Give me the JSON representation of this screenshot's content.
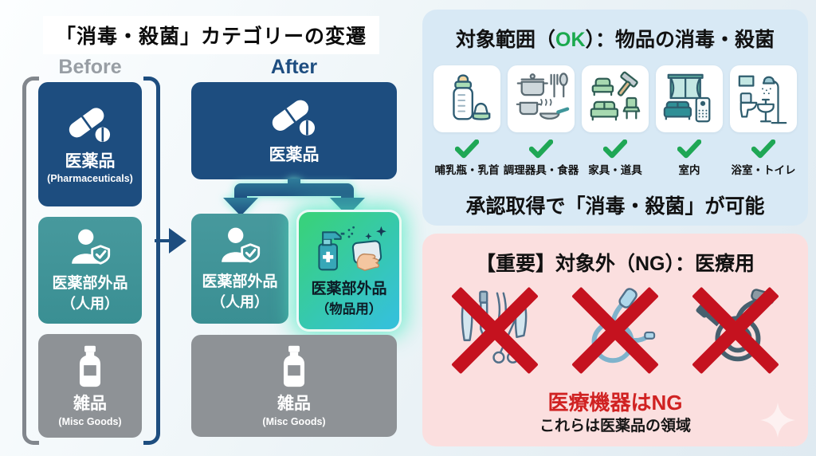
{
  "left_panel": {
    "title": "「消毒・殺菌」カテゴリーの変遷",
    "before_label": "Before",
    "after_label": "After",
    "before": [
      {
        "label": "医薬品",
        "sub": "(Pharmaceuticals)",
        "icon": "capsule-icon"
      },
      {
        "label": "医薬部外品",
        "sub": "（人用）",
        "icon": "person-shield-icon"
      },
      {
        "label": "雑品",
        "sub": "(Misc Goods)",
        "icon": "medicine-bottle-icon"
      }
    ],
    "after": {
      "pharma": {
        "label": "医薬品",
        "icon": "capsule-icon"
      },
      "quasi_human": {
        "label": "医薬部外品",
        "sub": "（人用）",
        "icon": "person-shield-icon"
      },
      "quasi_goods": {
        "label": "医薬部外品",
        "sub": "（物品用）",
        "icon": "spray-wipe-icon"
      },
      "misc": {
        "label": "雑品",
        "sub": "(Misc Goods)",
        "icon": "medicine-bottle-icon"
      }
    }
  },
  "ok_panel": {
    "title_prefix": "対象範囲（",
    "title_ok": "OK",
    "title_suffix": "）：物品の消毒・殺菌",
    "items": [
      {
        "label": "哺乳瓶・乳首",
        "icon": "baby-bottle-icon"
      },
      {
        "label": "調理器具・食器",
        "icon": "cookware-icon"
      },
      {
        "label": "家具・道具",
        "icon": "furniture-icon"
      },
      {
        "label": "室内",
        "icon": "indoor-room-icon"
      },
      {
        "label": "浴室・トイレ",
        "icon": "bathroom-toilet-icon"
      }
    ],
    "footer": "承認取得で「消毒・殺菌」が可能"
  },
  "ng_panel": {
    "title": "【重要】対象外（NG）：医療用",
    "items": [
      {
        "icon": "surgical-instruments-icon"
      },
      {
        "icon": "catheter-icon"
      },
      {
        "icon": "endoscope-icon"
      }
    ],
    "warning": "医療機器はNG",
    "note": "これらは医薬品の領域"
  },
  "colors": {
    "navy": "#1d4d7f",
    "teal": "#3f969a",
    "gray": "#8e9296",
    "highlight_green": "#38d17e",
    "highlight_cyan": "#35c1d8",
    "ok_green": "#1ba94e",
    "check_green": "#1fa755",
    "ng_red": "#c5121f",
    "warning_red": "#d02222",
    "ok_panel_bg": "#d8e9f5",
    "ng_panel_bg": "#fbdfdf"
  }
}
